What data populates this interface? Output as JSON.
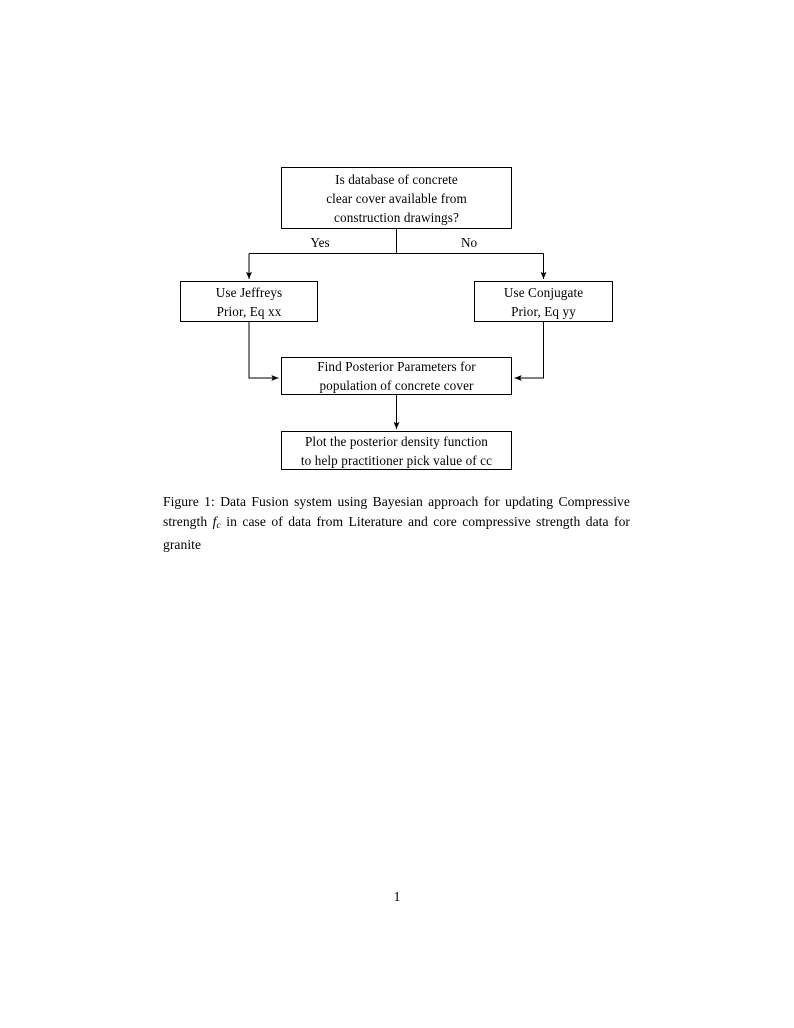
{
  "document": {
    "page_number": "1"
  },
  "figure": {
    "nodes": [
      {
        "id": "question",
        "name": "decision-node-database-available",
        "lines": [
          "Is database of concrete",
          "clear cover available from",
          "construction drawings?"
        ]
      },
      {
        "id": "jeffreys",
        "name": "process-node-jeffreys-prior",
        "lines": [
          "Use Jeffreys",
          "Prior, Eq xx"
        ]
      },
      {
        "id": "conjugate",
        "name": "process-node-conjugate-prior",
        "lines": [
          "Use Conjugate",
          "Prior, Eq yy"
        ]
      },
      {
        "id": "posterior",
        "name": "process-node-find-posterior-parameters",
        "lines": [
          "Find Posterior Parameters for",
          "population of concrete cover"
        ]
      },
      {
        "id": "plot",
        "name": "process-node-plot-posterior-density",
        "lines": [
          "Plot the posterior density function",
          "to help practitioner pick value of cc"
        ]
      }
    ],
    "edge_labels": {
      "yes": "Yes",
      "no": "No"
    },
    "stroke_color": "#000000"
  },
  "caption": {
    "prefix": "Figure 1:",
    "text_before_math": " Data Fusion system using Bayesian approach for updating Compressive strength ",
    "math_base": "f",
    "math_sub": "c",
    "text_after_math": " in case of data from Literature and core compressive strength data for granite",
    "full_text": "Figure 1: Data Fusion system using Bayesian approach for updating Compressive strength f_c in case of data from Literature and core compressive strength data for granite"
  }
}
